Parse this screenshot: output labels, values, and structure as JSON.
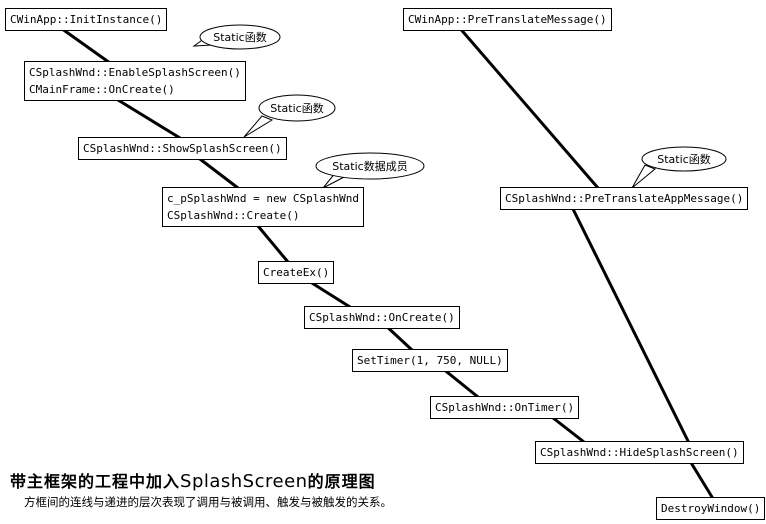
{
  "boxes": {
    "init_instance": [
      "CWinApp::InitInstance()"
    ],
    "enable_splash": [
      "CSplashWnd::EnableSplashScreen()",
      "CMainFrame::OnCreate()"
    ],
    "show_splash": [
      "CSplashWnd::ShowSplashScreen()"
    ],
    "new_splash": [
      "c_pSplashWnd = new CSplashWnd",
      "CSplashWnd::Create()"
    ],
    "create_ex": [
      "CreateEx()"
    ],
    "on_create": [
      "CSplashWnd::OnCreate()"
    ],
    "set_timer": [
      "SetTimer(1, 750, NULL)"
    ],
    "on_timer": [
      "CSplashWnd::OnTimer()"
    ],
    "pre_translate_message": [
      "CWinApp::PreTranslateMessage()"
    ],
    "pre_translate_app_message": [
      "CSplashWnd::PreTranslateAppMessage()"
    ],
    "hide_splash": [
      "CSplashWnd::HideSplashScreen()"
    ],
    "destroy_window": [
      "DestroyWindow()"
    ]
  },
  "callouts": {
    "static_func_1": "Static函数",
    "static_func_2": "Static函数",
    "static_member": "Static数据成员",
    "static_func_3": "Static函数"
  },
  "caption": {
    "title_prefix": "带主框架的工程中加入",
    "title_ascii": "SplashScreen",
    "title_suffix": "的原理图",
    "subtitle": "方框间的连线与递进的层次表现了调用与被调用、触发与被触发的关系。"
  },
  "colors": {
    "line": "#000000",
    "box_border": "#000000",
    "background": "#ffffff"
  }
}
